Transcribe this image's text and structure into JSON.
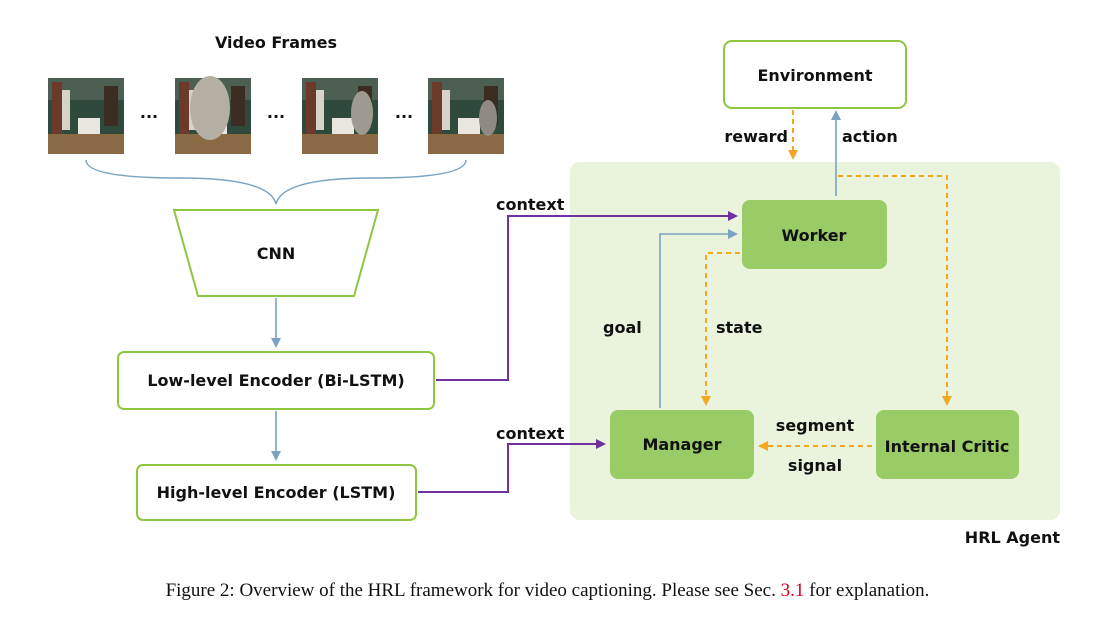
{
  "video_frames": {
    "title": "Video Frames",
    "ellipsis": "..."
  },
  "cnn": {
    "label": "CNN"
  },
  "low_encoder": {
    "label": "Low-level Encoder (Bi-LSTM)"
  },
  "high_encoder": {
    "label": "High-level Encoder (LSTM)"
  },
  "agent": {
    "label": "HRL Agent",
    "environment": "Environment",
    "worker": "Worker",
    "manager": "Manager",
    "critic": "Internal Critic"
  },
  "edges": {
    "reward": "reward",
    "action": "action",
    "context_top": "context",
    "context_bottom": "context",
    "goal": "goal",
    "state": "state",
    "segment": "segment",
    "signal": "signal"
  },
  "caption": {
    "prefix": "Figure 2: Overview of the HRL framework for video captioning. Please see Sec. ",
    "ref": "3.1",
    "suffix": " for explanation."
  },
  "colors": {
    "green_border": "#8dc63f",
    "green_fill": "#99cc66",
    "agent_bg": "#eaf3dc",
    "blue_arrow": "#7aa3c2",
    "purple_arrow": "#7030a0",
    "orange_arrow": "#f5a623"
  }
}
